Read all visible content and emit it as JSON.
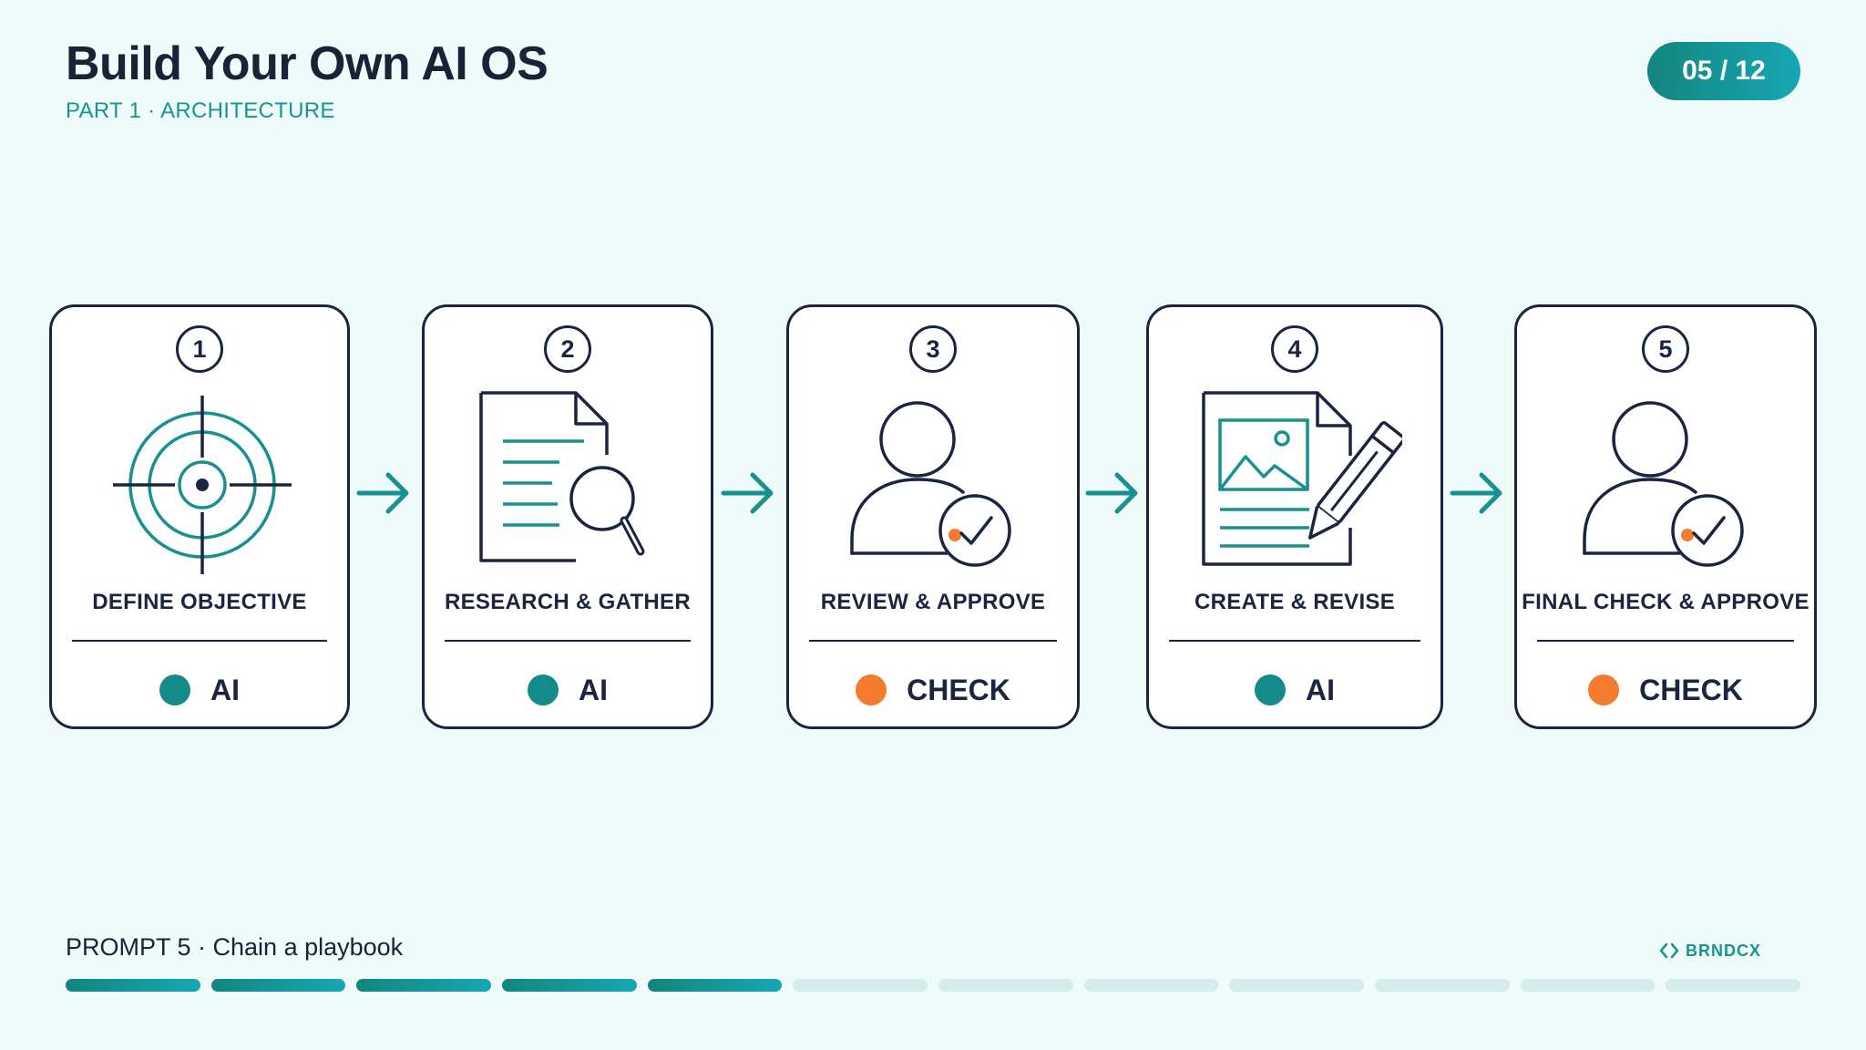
{
  "header": {
    "title": "Build Your Own AI OS",
    "subtitle": "PART 1 · ARCHITECTURE",
    "page_indicator": "05 / 12"
  },
  "steps": [
    {
      "number": "1",
      "label": "DEFINE OBJECTIVE",
      "type": "AI",
      "icon": "target-icon"
    },
    {
      "number": "2",
      "label": "RESEARCH & GATHER",
      "type": "AI",
      "icon": "document-search-icon"
    },
    {
      "number": "3",
      "label": "REVIEW & APPROVE",
      "type": "CHECK",
      "icon": "user-check-icon"
    },
    {
      "number": "4",
      "label": "CREATE & REVISE",
      "type": "AI",
      "icon": "document-edit-icon"
    },
    {
      "number": "5",
      "label": "FINAL CHECK & APPROVE",
      "type": "CHECK",
      "icon": "user-check-icon"
    }
  ],
  "footer": {
    "prompt_label": "PROMPT 5 · Chain a playbook",
    "brand": "BRNDCX",
    "progress": {
      "current": 5,
      "total": 12
    }
  },
  "colors": {
    "background": "#effafa",
    "text": "#1b2440",
    "accent": "#17958f",
    "ai_dot": "#148a8a",
    "check_dot": "#f47a2e",
    "progress_empty": "#d4ecea"
  }
}
